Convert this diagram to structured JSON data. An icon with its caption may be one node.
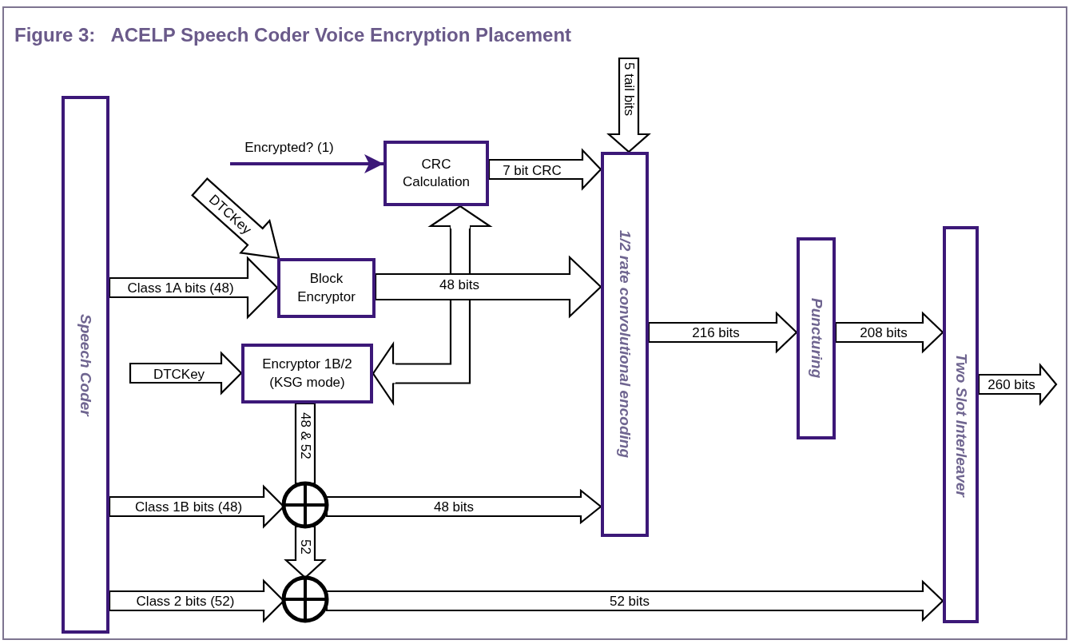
{
  "diagram": {
    "title": "Figure 3:   ACELP Speech Coder Voice Encryption Placement",
    "nodes": [
      {
        "text": [
          "Speech Coder"
        ]
      },
      {
        "text": [
          "CRC Calculation"
        ]
      },
      {
        "text": [
          "Block Encryptor"
        ]
      },
      {
        "text": [
          "Encryptor 1B/2 (KSG mode)"
        ]
      },
      {
        "text": [
          "1/2 rate convolutional encoding"
        ]
      },
      {
        "text": [
          "Puncturing"
        ]
      },
      {
        "text": [
          "Two Slot Interleaver"
        ]
      },
      {
        "text": [],
        "shape": "circle"
      },
      {
        "text": [],
        "shape": "circle"
      }
    ],
    "edges": [
      {
        "from": null,
        "to": 1,
        "arrow": "to",
        "label": "Encrypted? (1)",
        "color": "#3c1878"
      },
      {
        "from": null,
        "to": 2,
        "arrow": "to",
        "label": "DTCKey"
      },
      {
        "from": 0,
        "to": 2,
        "arrow": "to",
        "label": "Class 1A bits (48)"
      },
      {
        "from": 2,
        "to": 4,
        "arrow": "to",
        "label": "48 bits"
      },
      {
        "from": 2,
        "to": 1,
        "arrow": "to"
      },
      {
        "from": 2,
        "to": 3,
        "arrow": "to"
      },
      {
        "from": 1,
        "to": 4,
        "arrow": "to",
        "label": "7 bit CRC"
      },
      {
        "from": null,
        "to": 4,
        "arrow": "to",
        "label": "5 tail bits"
      },
      {
        "from": null,
        "to": 3,
        "arrow": "to",
        "label": "DTCKey"
      },
      {
        "from": 3,
        "to": 7,
        "arrow": "none",
        "label": "48 & 52"
      },
      {
        "from": 0,
        "to": 7,
        "arrow": "to",
        "label": "Class 1B bits (48)"
      },
      {
        "from": 7,
        "to": 4,
        "arrow": "to",
        "label": "48 bits"
      },
      {
        "from": 7,
        "to": 8,
        "arrow": "to",
        "label": "52"
      },
      {
        "from": 0,
        "to": 8,
        "arrow": "to",
        "label": "Class 2 bits (52)"
      },
      {
        "from": 8,
        "to": 6,
        "arrow": "to",
        "label": "52 bits"
      },
      {
        "from": 4,
        "to": 5,
        "arrow": "to",
        "label": "216 bits"
      },
      {
        "from": 5,
        "to": 6,
        "arrow": "to",
        "label": "208 bits"
      },
      {
        "from": 6,
        "to": null,
        "arrow": "to",
        "label": "260 bits"
      }
    ]
  }
}
